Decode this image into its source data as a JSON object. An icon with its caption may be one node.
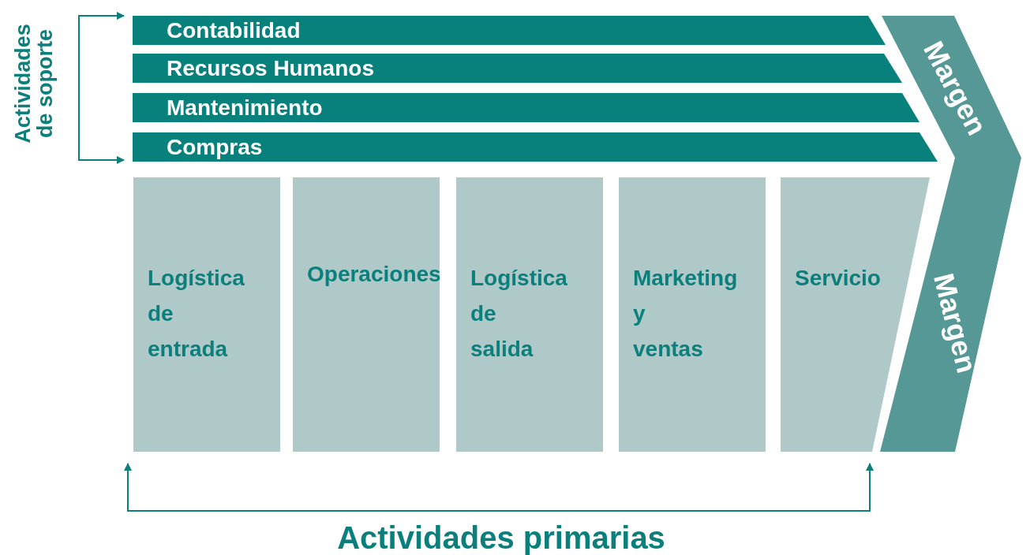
{
  "diagram": {
    "nodes": [
      {
        "text": [
          "Contabilidad"
        ]
      },
      {
        "text": [
          "Recursos Humanos"
        ]
      },
      {
        "text": [
          "Mantenimiento"
        ]
      },
      {
        "text": [
          "Compras"
        ]
      },
      {
        "text": [
          "Logística de entrada"
        ]
      },
      {
        "text": [
          "Operaciones"
        ]
      },
      {
        "text": [
          "Logística de salida"
        ]
      },
      {
        "text": [
          "Marketing y ventas"
        ]
      },
      {
        "text": [
          "Servicio"
        ]
      },
      {
        "text": [
          "Margen",
          "Margen"
        ]
      },
      {
        "text": [
          "Actividades de soporte"
        ]
      },
      {
        "text": [
          "Actividades primarias"
        ]
      }
    ],
    "edges": [
      {
        "from": 10,
        "to": 0,
        "arrow": "to"
      },
      {
        "from": 10,
        "to": 3,
        "arrow": "to"
      },
      {
        "from": 11,
        "to": 4,
        "arrow": "to"
      },
      {
        "from": 11,
        "to": 8,
        "arrow": "to"
      }
    ]
  }
}
